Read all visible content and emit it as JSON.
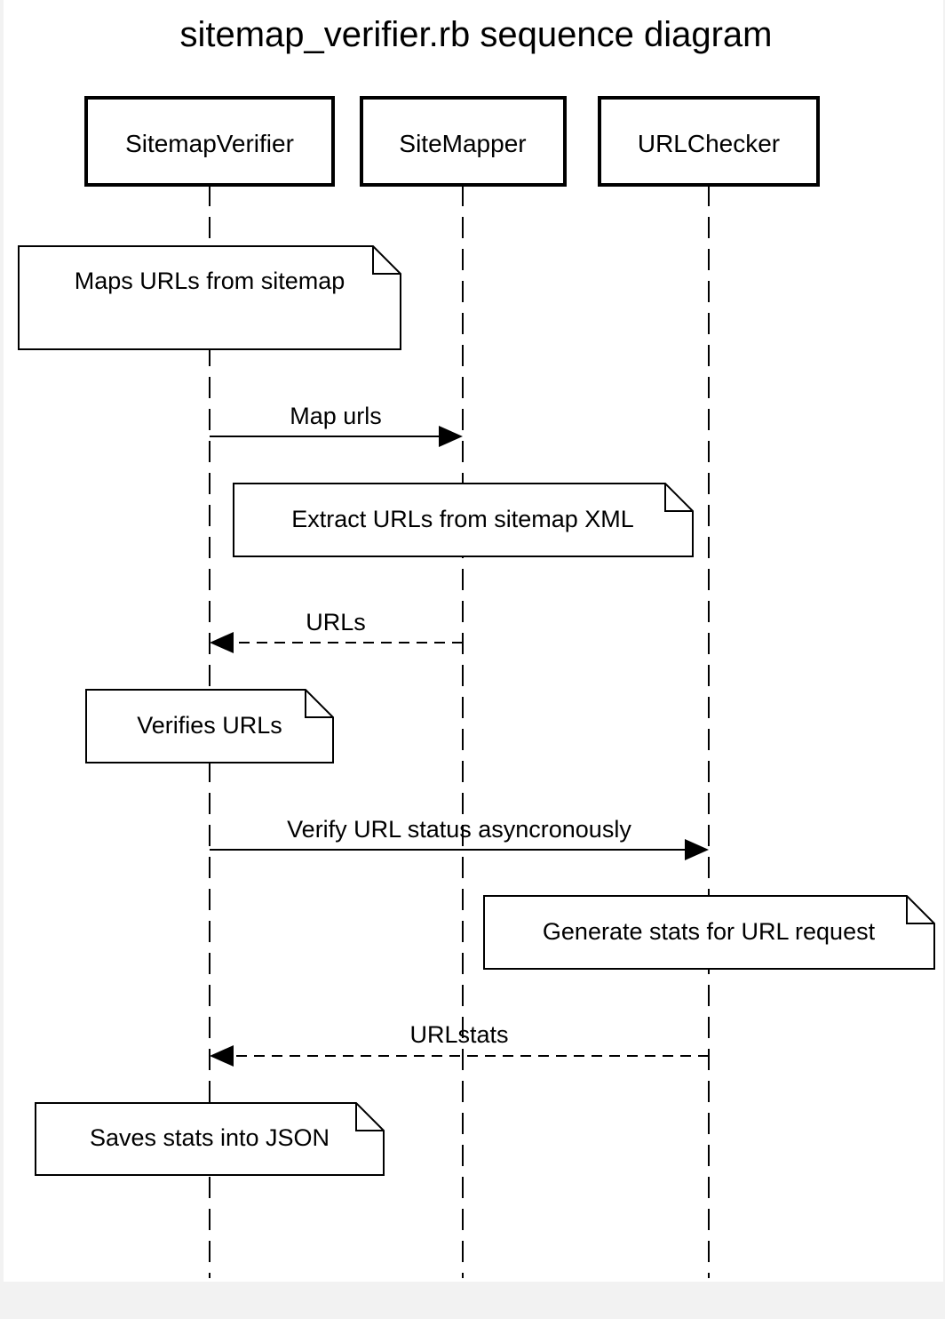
{
  "diagram": {
    "title": "sitemap_verifier.rb sequence diagram",
    "actors": [
      {
        "name": "SitemapVerifier"
      },
      {
        "name": "SiteMapper"
      },
      {
        "name": "URLChecker"
      }
    ],
    "steps": [
      {
        "kind": "note",
        "actor": 0,
        "text": "Maps URLs from sitemap"
      },
      {
        "kind": "message",
        "from": 0,
        "to": 1,
        "style": "solid",
        "text": "Map urls"
      },
      {
        "kind": "note",
        "actor": 1,
        "text": "Extract URLs from sitemap XML"
      },
      {
        "kind": "message",
        "from": 1,
        "to": 0,
        "style": "dashed",
        "text": "URLs"
      },
      {
        "kind": "note",
        "actor": 0,
        "text": "Verifies URLs"
      },
      {
        "kind": "message",
        "from": 0,
        "to": 2,
        "style": "solid",
        "text": "Verify URL status asyncronously"
      },
      {
        "kind": "note",
        "actor": 2,
        "text": "Generate stats for URL request"
      },
      {
        "kind": "message",
        "from": 2,
        "to": 0,
        "style": "dashed",
        "text": "URLstats"
      },
      {
        "kind": "note",
        "actor": 0,
        "text": "Saves stats into JSON"
      }
    ],
    "colors": {
      "background": "#ffffff",
      "page": "#f2f2f2",
      "stroke": "#000000"
    }
  }
}
